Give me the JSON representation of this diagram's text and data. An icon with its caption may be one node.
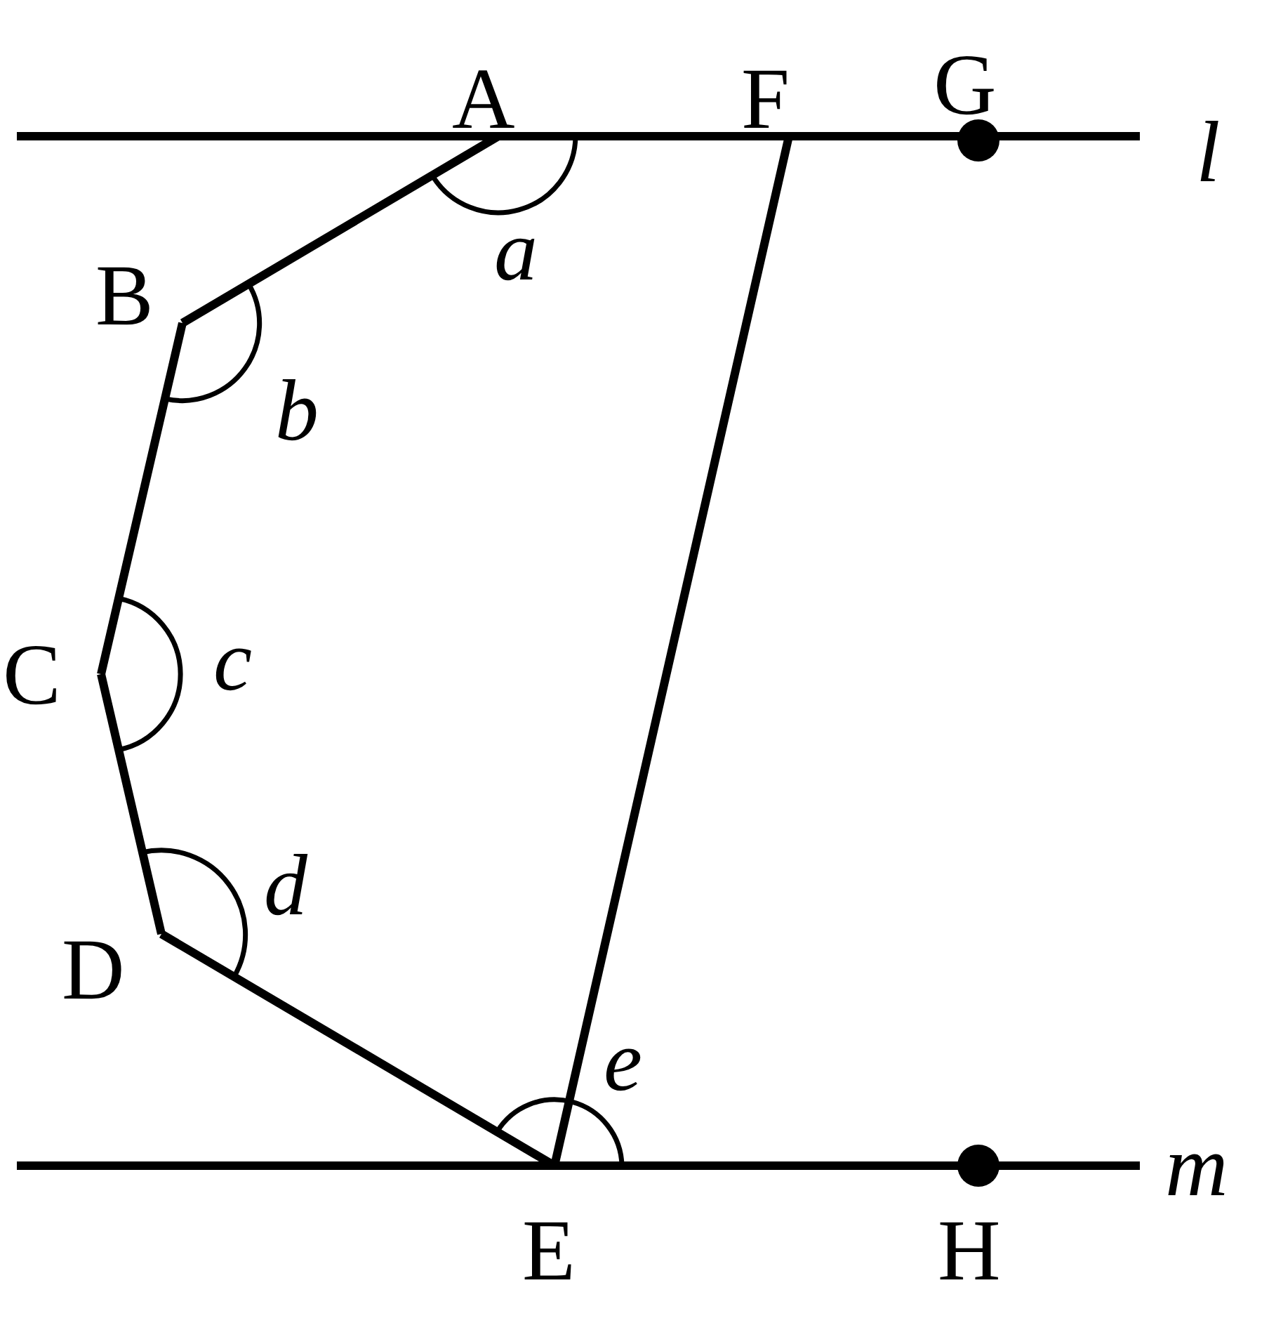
{
  "diagram": {
    "nodes": [
      {
        "text": [
          "A"
        ]
      },
      {
        "text": [
          "B"
        ]
      },
      {
        "text": [
          "C"
        ]
      },
      {
        "text": [
          "D"
        ]
      },
      {
        "text": [
          "E"
        ]
      },
      {
        "text": [
          "F"
        ]
      },
      {
        "text": [
          "G"
        ]
      },
      {
        "text": [
          "H"
        ]
      }
    ],
    "edges": [
      {
        "from": 0,
        "to": 1,
        "arrow": "none"
      },
      {
        "from": 1,
        "to": 2,
        "arrow": "none"
      },
      {
        "from": 2,
        "to": 3,
        "arrow": "none"
      },
      {
        "from": 3,
        "to": 4,
        "arrow": "none"
      },
      {
        "from": 4,
        "to": 5,
        "arrow": "none"
      }
    ],
    "labels": [
      "l",
      "a",
      "b",
      "c",
      "d",
      "e",
      "m"
    ]
  }
}
